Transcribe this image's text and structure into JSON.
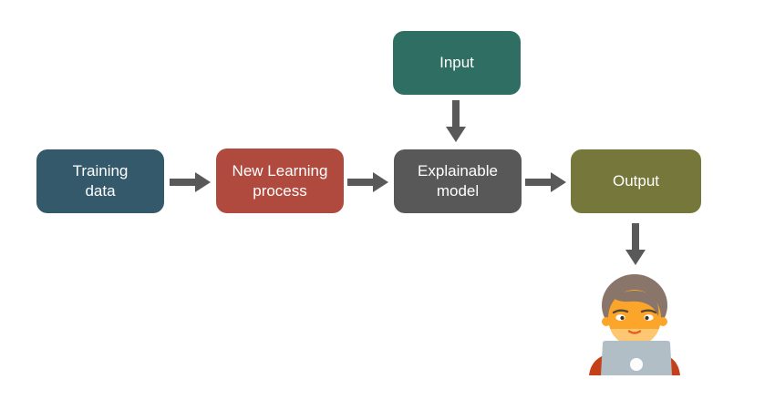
{
  "diagram": {
    "background": "#ffffff",
    "arrow_color": "#595959",
    "nodes": {
      "input": {
        "label": "Input",
        "color": "#2f6e63"
      },
      "training": {
        "label": "Training\ndata",
        "color": "#33596b"
      },
      "process": {
        "label": "New Learning\nprocess",
        "color": "#b04a3e"
      },
      "model": {
        "label": "Explainable\nmodel",
        "color": "#585858"
      },
      "output": {
        "label": "Output",
        "color": "#76773a"
      }
    },
    "person": {
      "icon": "user-at-laptop-icon",
      "colors": {
        "hair": "#8a756a",
        "skin": "#fba62a",
        "chin": "#fcc673",
        "brow": "#5a4632",
        "eye_white": "#ffffff",
        "eyes": "#3b2f2a",
        "mouth": "#e2641f",
        "shirt": "#c5401a",
        "laptop": "#b2bec5",
        "laptop_logo": "#fdfdfd"
      }
    }
  }
}
